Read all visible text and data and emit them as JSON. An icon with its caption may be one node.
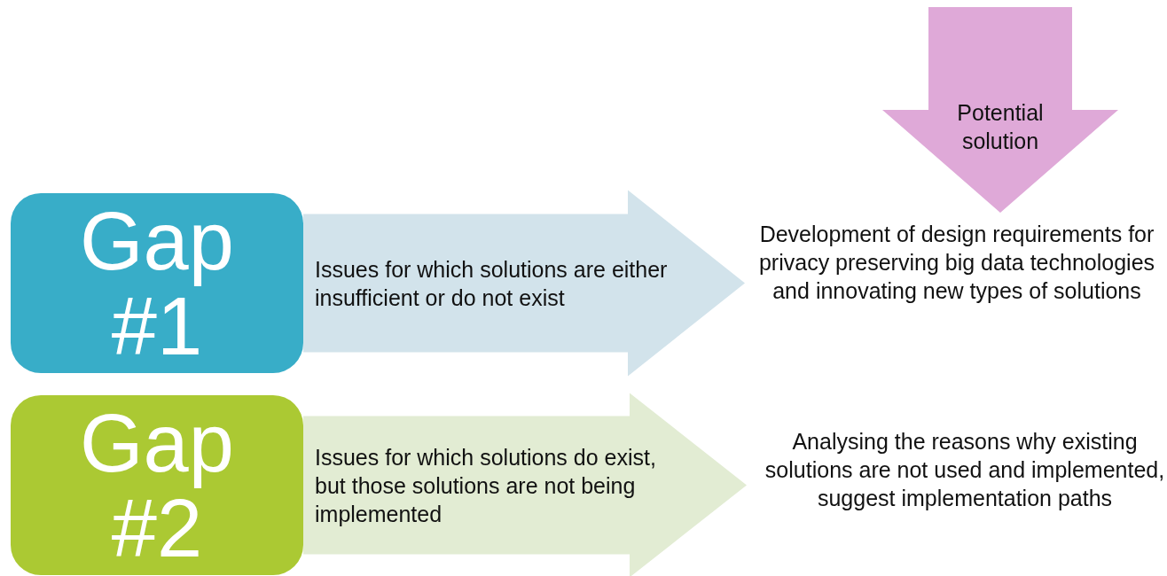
{
  "diagram": {
    "nodes": [
      {
        "text": [
          "Gap #1"
        ]
      },
      {
        "text": [
          "Development of design requirements for privacy preserving big data technologies and innovating new types of solutions"
        ]
      },
      {
        "text": [
          "Gap #2"
        ]
      },
      {
        "text": [
          "Analysing the reasons why existing solutions are not used and implemented, suggest implementation paths"
        ]
      }
    ],
    "edges": [
      {
        "from": null,
        "to": 1,
        "arrow": "to",
        "label": "Potential solution",
        "color": "#dfa9d8"
      },
      {
        "from": 0,
        "to": 1,
        "arrow": "to",
        "label": "Issues for which solutions are either insufficient or do not exist",
        "color": "#d2e3eb"
      },
      {
        "from": 2,
        "to": 3,
        "arrow": "to",
        "label": "Issues for which solutions do exist, but those solutions are not being implemented",
        "color": "#e2ecd3"
      }
    ]
  }
}
